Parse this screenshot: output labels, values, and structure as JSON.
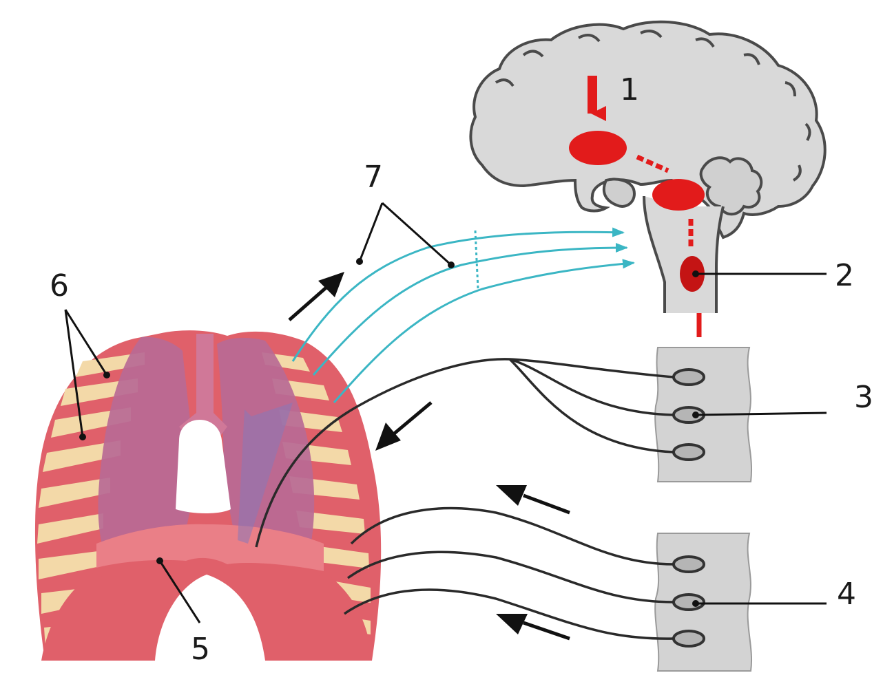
{
  "labels": {
    "l1": "1",
    "l2": "2",
    "l3": "3",
    "l4": "4",
    "l5": "5",
    "l6": "6",
    "l7": "7"
  },
  "colors": {
    "brain_fill": "#d9d9d9",
    "brain_outline": "#4a4a4a",
    "brain_center": "#e21b1b",
    "afferent_nerve": "#3bb6c4",
    "efferent_nerve": "#2a2a2a",
    "rib": "#f3d9a8",
    "rib_gap": "#e0606a",
    "lung": "#b86a95",
    "diaphragm": "#e4707a",
    "spinal_segment": "#d3d3d3"
  },
  "icons": {
    "arrow": "arrow-icon",
    "neuron": "motor-neuron-icon"
  }
}
